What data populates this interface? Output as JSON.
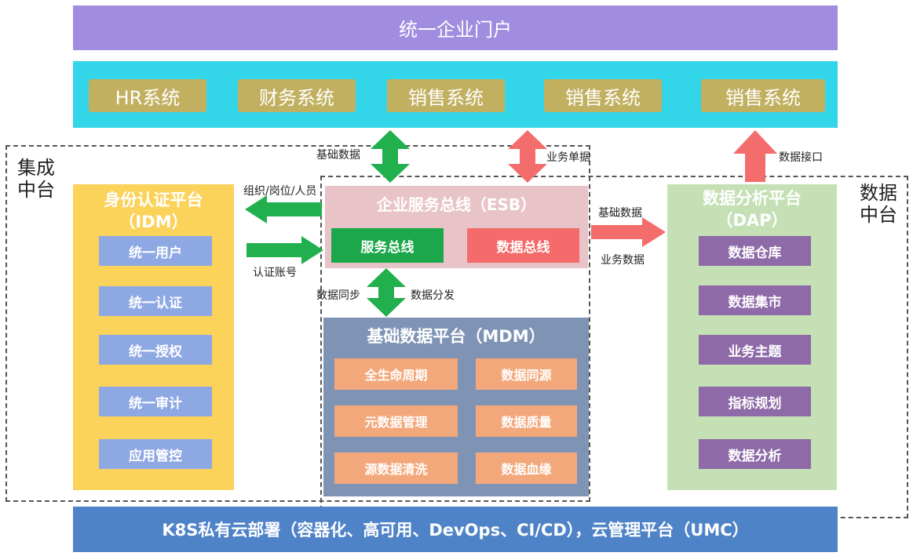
{
  "portal": {
    "title": "统一企业门户"
  },
  "systems": [
    "HR系统",
    "财务系统",
    "销售系统",
    "销售系统",
    "销售系统"
  ],
  "zones": {
    "integration": "集成\n中台",
    "data": "数据\n中台"
  },
  "idm": {
    "title": "身份认证平台\n（IDM）",
    "items": [
      "统一用户",
      "统一认证",
      "统一授权",
      "统一审计",
      "应用管控"
    ]
  },
  "esb": {
    "title": "企业服务总线（ESB）",
    "service_bus": "服务总线",
    "data_bus": "数据总线"
  },
  "mdm": {
    "title": "基础数据平台（MDM）",
    "items": [
      "全生命周期",
      "数据同源",
      "元数据管理",
      "数据质量",
      "源数据清洗",
      "数据血缘"
    ]
  },
  "dap": {
    "title": "数据分析平台\n（DAP）",
    "items": [
      "数据仓库",
      "数据集市",
      "业务主题",
      "指标规划",
      "数据分析"
    ]
  },
  "k8s": {
    "title": "K8S私有云部署（容器化、高可用、DevOps、CI/CD），云管理平台（UMC）"
  },
  "arrow_labels": {
    "basic_data_top": "基础数据",
    "business_docs": "业务单据",
    "data_interface": "数据接口",
    "org_labels": "组织/岗位/人员",
    "auth_account": "认证账号",
    "data_sync": "数据同步",
    "data_dist": "数据分发",
    "basic_data_right": "基础数据",
    "business_data_right": "业务数据"
  },
  "colors": {
    "green_arrow": "#22b04f",
    "red_arrow": "#f46d6d",
    "service_bus": "#1ca84a",
    "data_bus": "#f56a6a"
  }
}
